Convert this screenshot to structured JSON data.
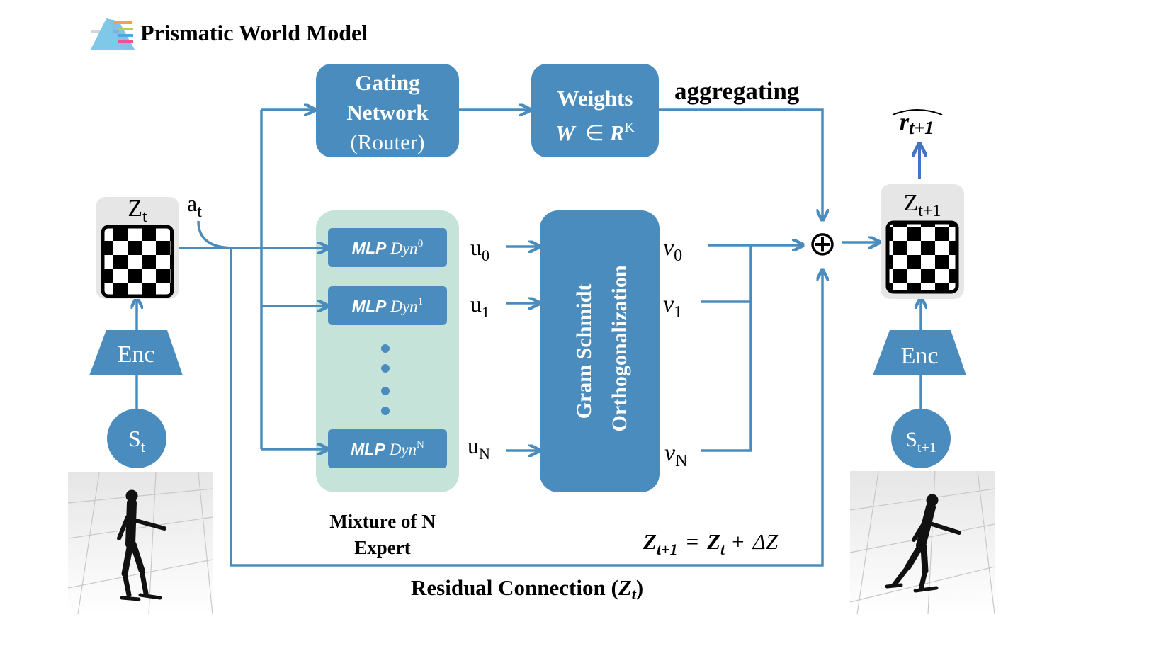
{
  "header": {
    "title": "Prismatic World Model",
    "logo_colors": [
      "#f6a04d",
      "#b5d14b",
      "#4ba8e0",
      "#e9558f",
      "#7fc8e8"
    ]
  },
  "colors": {
    "box": "#4a8cbd",
    "line": "#4a8cbd",
    "mixture_bg": "#c5e3d8",
    "latent_bg": "#e6e6e6",
    "reward_arrow": "#4472c4",
    "text_dark": "#000000",
    "text_light": "#ffffff"
  },
  "gating": {
    "line1": "Gating",
    "line2": "Network",
    "line3": "(Router)"
  },
  "weights": {
    "line1": "Weights",
    "symbol": "W",
    "in": "∈",
    "space": "R",
    "exp": "K"
  },
  "aggregating_label": "aggregating",
  "experts": {
    "title_line1": "Mixture of N",
    "title_line2": "Expert",
    "items": [
      {
        "prefix": "MLP",
        "name": "Dyn",
        "sup": "0"
      },
      {
        "prefix": "MLP",
        "name": "Dyn",
        "sup": "1"
      },
      {
        "prefix": "MLP",
        "name": "Dyn",
        "sup": "N"
      }
    ]
  },
  "u_labels": [
    {
      "base": "u",
      "sub": "0"
    },
    {
      "base": "u",
      "sub": "1"
    },
    {
      "base": "u",
      "sub": "N"
    }
  ],
  "v_labels": [
    {
      "base": "v",
      "sub": "0"
    },
    {
      "base": "v",
      "sub": "1"
    },
    {
      "base": "v",
      "sub": "N"
    }
  ],
  "gram_schmidt": {
    "line1": "Gram Schmidt",
    "line2": "Orthogonalization"
  },
  "sum_symbol": "⊕",
  "left": {
    "latent": {
      "base": "Z",
      "sub": "t"
    },
    "action": {
      "base": "a",
      "sub": "t"
    },
    "encoder": "Enc",
    "state": {
      "base": "S",
      "sub": "t"
    }
  },
  "right": {
    "latent": {
      "base": "Z",
      "sub": "t+1"
    },
    "reward": {
      "base": "r",
      "sub": "t+1"
    },
    "encoder": "Enc",
    "state": {
      "base": "S",
      "sub": "t+1"
    }
  },
  "equation": {
    "lhs": "Z",
    "lhs_sub": "t+1",
    "eq": "=",
    "z": "Z",
    "z_sub": "t",
    "plus": "+",
    "delta": "ΔZ"
  },
  "residual": {
    "text": "Residual Connection (",
    "sym": "Z",
    "sub": "t",
    "close": ")"
  }
}
